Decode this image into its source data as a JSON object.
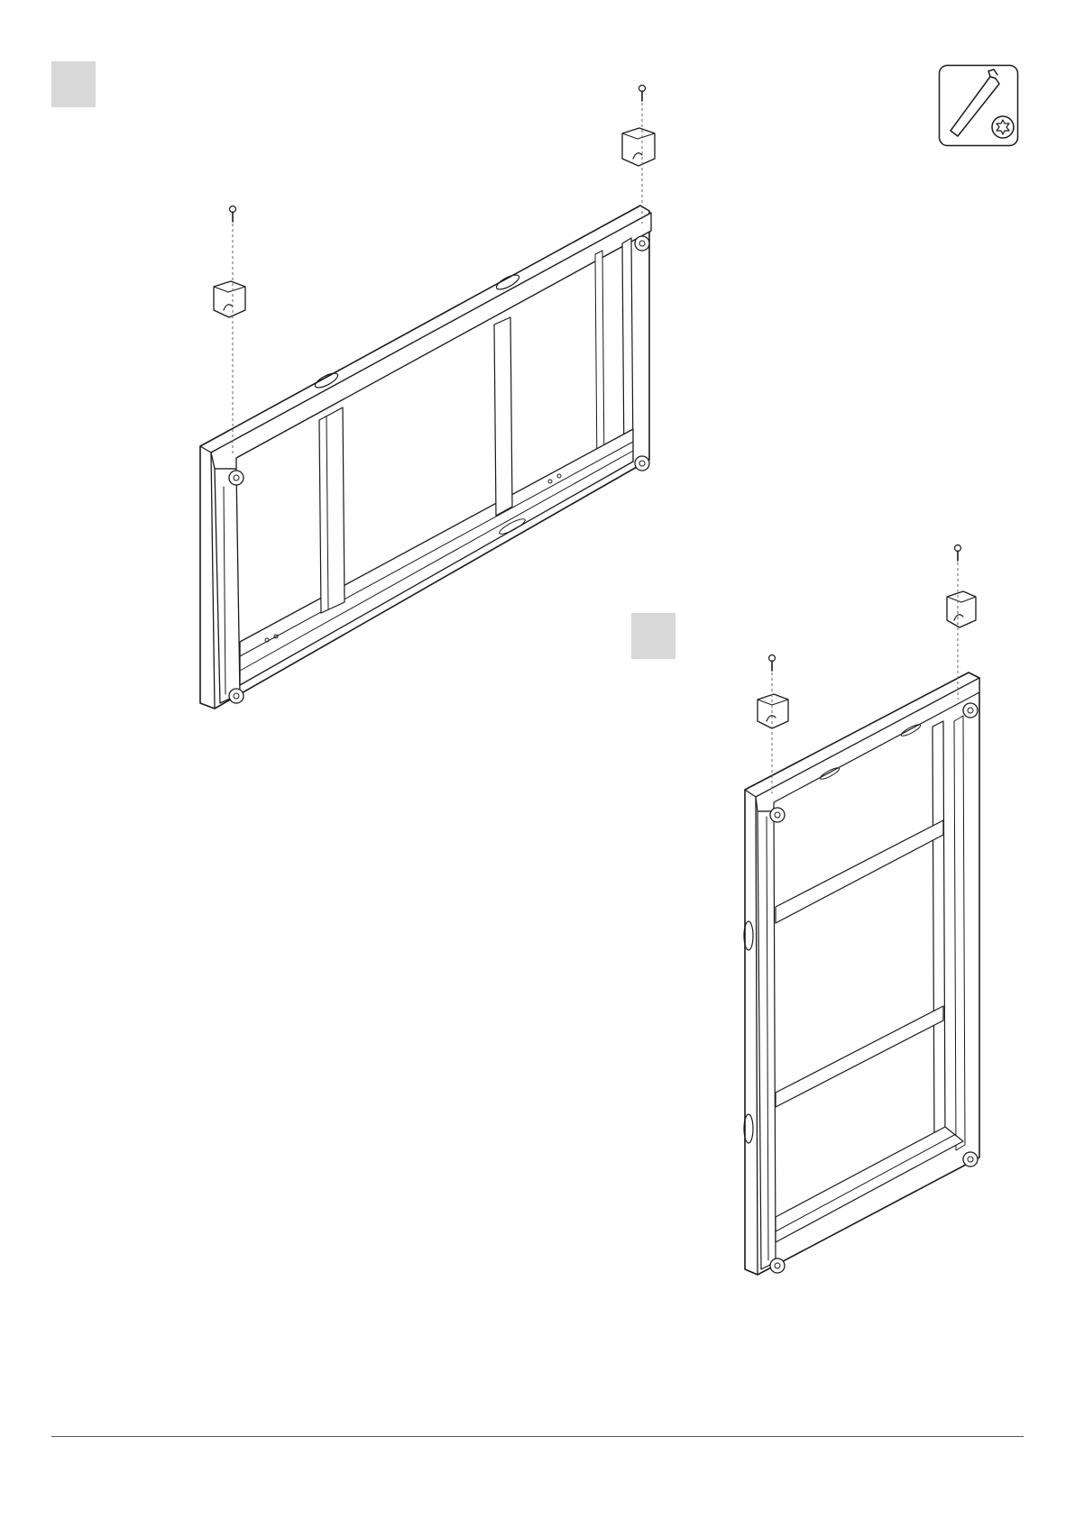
{
  "page": {
    "background": "#ffffff",
    "line_color": "#1a1a1a",
    "badge_color": "#d8d8d8"
  },
  "steps": [
    {
      "id": "a",
      "label": "",
      "orientation": "landscape-frame"
    },
    {
      "id": "b",
      "label": "",
      "orientation": "portrait-frame"
    }
  ],
  "tool": {
    "icon": "hex-key-torx-icon"
  },
  "parts": {
    "screw_icon": "screw-icon",
    "bracket_icon": "clip-bracket-icon"
  }
}
